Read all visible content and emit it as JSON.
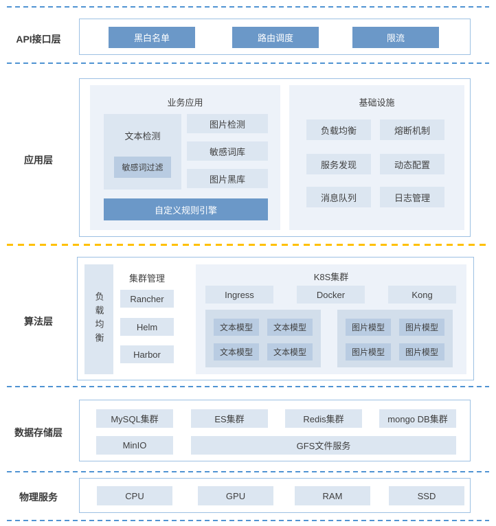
{
  "colors": {
    "accent_button_blue": "#6b98c8",
    "block_light_blue": "#dce6f1",
    "block_mid_blue": "#b9cce2",
    "panel_bg": "#edf2f9",
    "subpanel_bg": "#d2deeb",
    "box_border_blue": "#9cc0e3",
    "dash_blue": "#4f93d2",
    "dash_yellow": "#ffc000",
    "text_dark": "#3f3f3f"
  },
  "api_layer": {
    "label": "API接口层",
    "items": [
      "黑白名单",
      "路由调度",
      "限流"
    ]
  },
  "app_layer": {
    "label": "应用层",
    "business": {
      "title": "业务应用",
      "text_detect": "文本检测",
      "sensitive_filter": "敏感词过滤",
      "right_items": [
        "图片检测",
        "敏感词库",
        "图片黑库"
      ],
      "rule_engine": "自定义规则引擎"
    },
    "infra": {
      "title": "基础设施",
      "items": [
        "负载均衡",
        "熔断机制",
        "服务发现",
        "动态配置",
        "消息队列",
        "日志管理"
      ]
    }
  },
  "algo_layer": {
    "label": "算法层",
    "load_balance_vertical": "负载均衡",
    "cluster_mgmt": {
      "title": "集群管理",
      "items": [
        "Rancher",
        "Helm",
        "Harbor"
      ]
    },
    "k8s": {
      "title": "K8S集群",
      "gateways": [
        "Ingress",
        "Docker",
        "Kong"
      ],
      "text_models": [
        "文本模型",
        "文本模型",
        "文本模型",
        "文本模型"
      ],
      "image_models": [
        "图片模型",
        "图片模型",
        "图片模型",
        "图片模型"
      ]
    }
  },
  "storage_layer": {
    "label": "数据存储层",
    "row1": [
      "MySQL集群",
      "ES集群",
      "Redis集群",
      "mongo DB集群"
    ],
    "minio": "MinIO",
    "gfs": "GFS文件服务"
  },
  "physical_layer": {
    "label": "物理服务",
    "items": [
      "CPU",
      "GPU",
      "RAM",
      "SSD"
    ]
  }
}
